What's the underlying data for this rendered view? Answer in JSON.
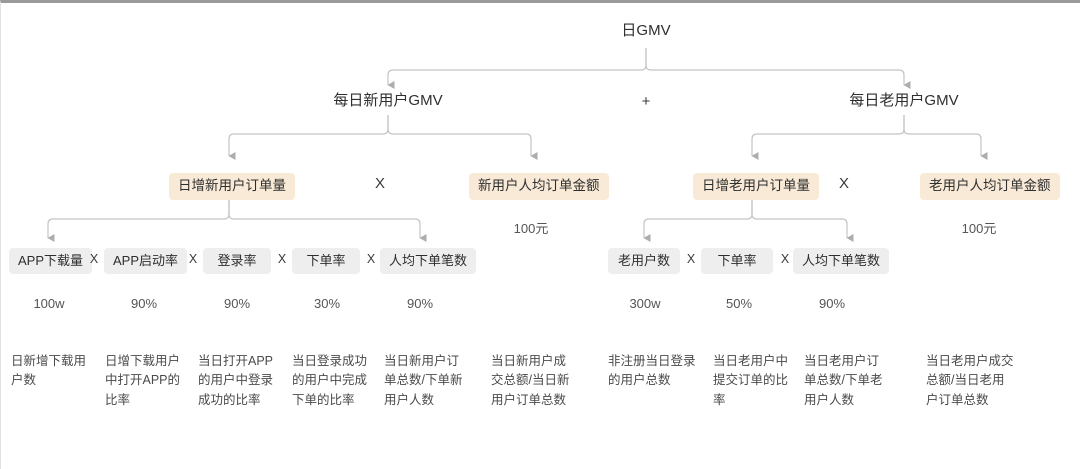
{
  "diagram": {
    "title": "日GMV",
    "colors": {
      "beige_box": "#f8ead7",
      "gray_box": "#eeeeee",
      "connector": "#b8b8b8",
      "text": "#2f2f2f",
      "background": "#ffffff"
    },
    "level1": {
      "root": "日GMV"
    },
    "level2": {
      "left": "每日新用户GMV",
      "operator": "+",
      "right": "每日老用户GMV"
    },
    "level3": {
      "new_orders": "日增新用户订单量",
      "new_operator": "X",
      "new_avg_amount": "新用户人均订单金额",
      "new_avg_amount_value": "100元",
      "old_orders": "日增老用户订单量",
      "old_operator": "X",
      "old_avg_amount": "老用户人均订单金额",
      "old_avg_amount_value": "100元"
    },
    "level4": {
      "new_branch": [
        {
          "label": "APP下载量",
          "value": "100w",
          "desc": "日新增下载用户数",
          "operator_after": "X"
        },
        {
          "label": "APP启动率",
          "value": "90%",
          "desc": "日增下载用户中打开APP的比率",
          "operator_after": "X"
        },
        {
          "label": "登录率",
          "value": "90%",
          "desc": "当日打开APP的用户中登录成功的比率",
          "operator_after": "X"
        },
        {
          "label": "下单率",
          "value": "30%",
          "desc": "当日登录成功的用户中完成下单的比率",
          "operator_after": "X"
        },
        {
          "label": "人均下单笔数",
          "value": "90%",
          "desc": "当日新用户订单总数/下单新用户人数",
          "operator_after": ""
        }
      ],
      "new_amount_desc": "当日新用户成交总额/当日新用户订单总数",
      "old_branch": [
        {
          "label": "老用户数",
          "value": "300w",
          "desc": "非注册当日登录的用户总数",
          "operator_after": "X"
        },
        {
          "label": "下单率",
          "value": "50%",
          "desc": "当日老用户中提交订单的比率",
          "operator_after": "X"
        },
        {
          "label": "人均下单笔数",
          "value": "90%",
          "desc": "当日老用户订单总数/下单老用户人数",
          "operator_after": ""
        }
      ],
      "old_amount_desc": "当日老用户成交总额/当日老用户订单总数"
    }
  }
}
